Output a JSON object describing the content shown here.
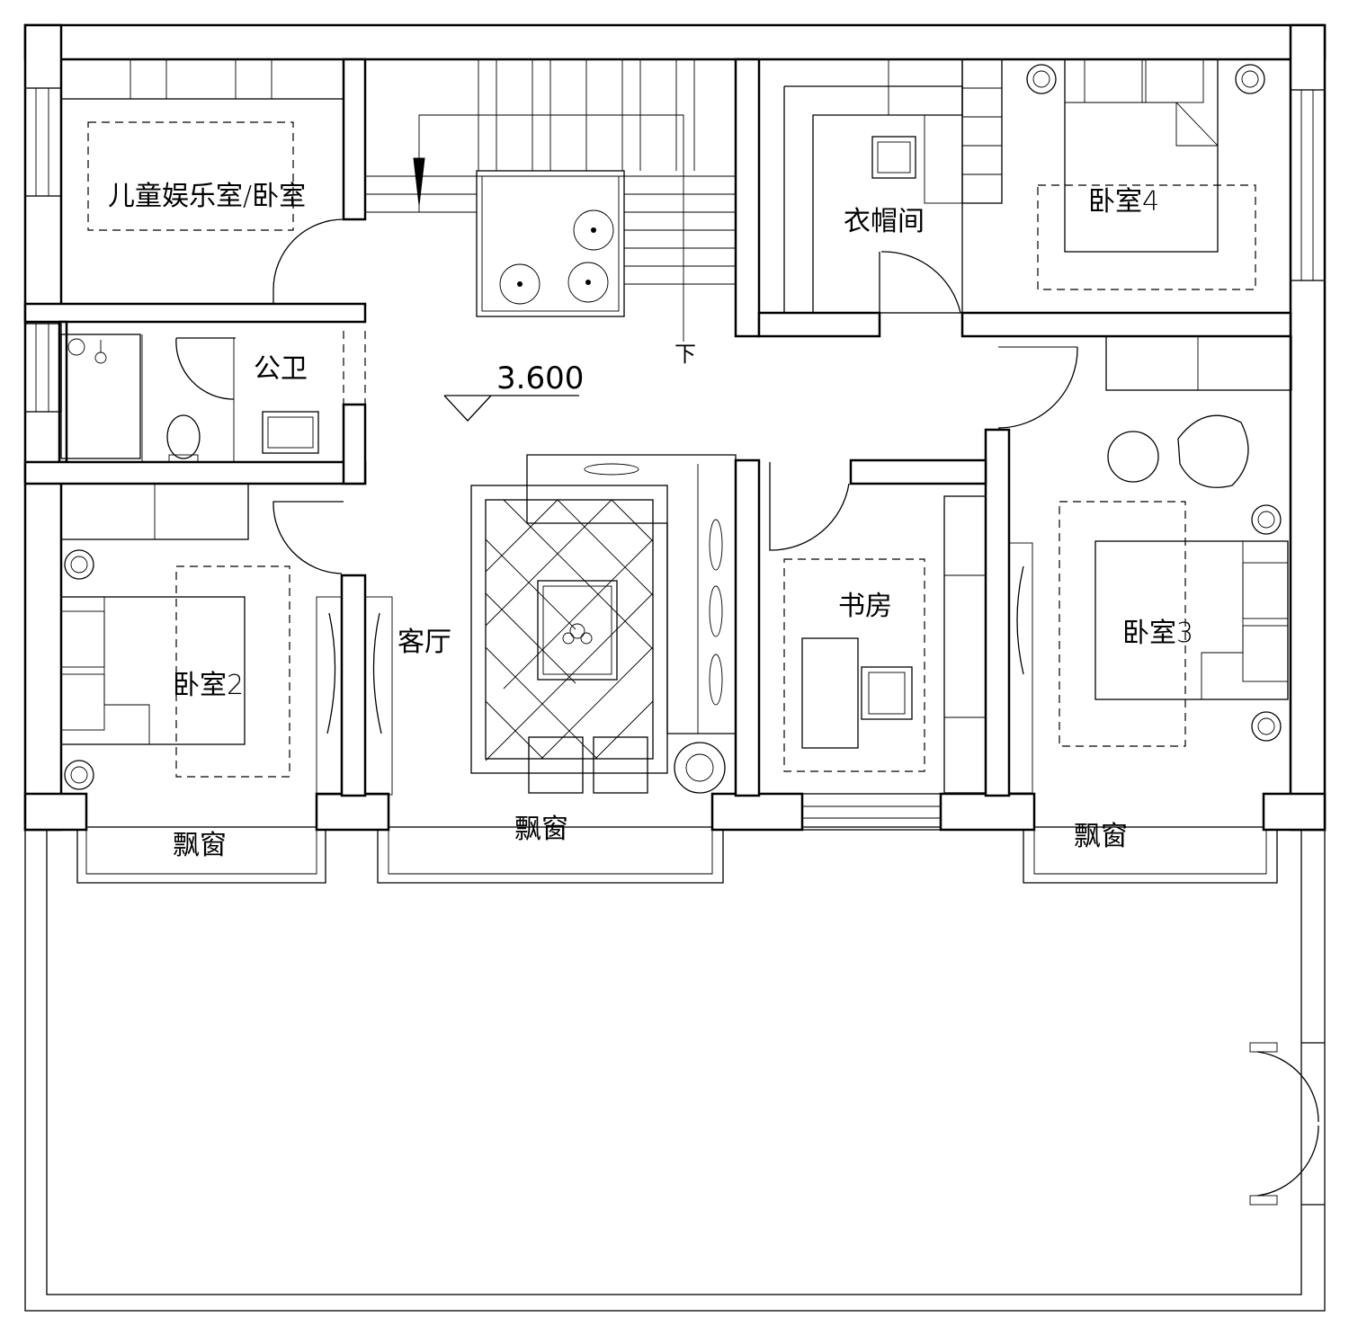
{
  "rooms": {
    "kids_room": "儿童娱乐室/卧室",
    "cloakroom": "衣帽间",
    "bedroom4": "卧室4",
    "bathroom": "公卫",
    "living_room": "客厅",
    "bedroom2": "卧室2",
    "study": "书房",
    "bedroom3": "卧室3"
  },
  "bay_windows": {
    "left": "飘窗",
    "center": "飘窗",
    "right": "飘窗"
  },
  "stair": {
    "direction": "下"
  },
  "elevation": {
    "value": "3.600"
  }
}
